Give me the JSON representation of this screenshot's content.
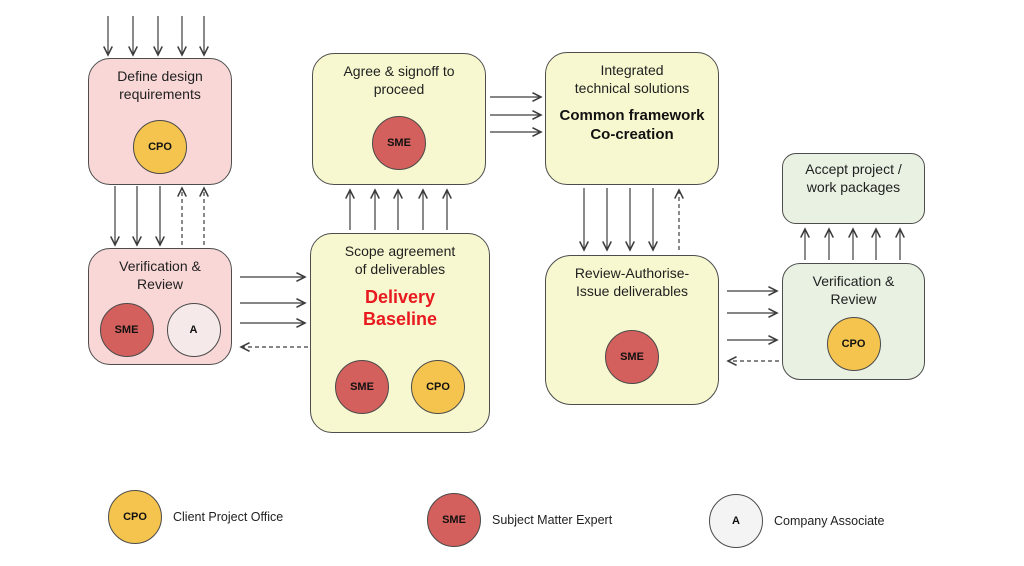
{
  "diagram": {
    "boxes": [
      {
        "id": "define-design-requirements",
        "title": "Define  design\nrequirements",
        "roles": [
          "CPO"
        ]
      },
      {
        "id": "verification-review-left",
        "title": "Verification &\nReview",
        "roles": [
          "SME",
          "A"
        ]
      },
      {
        "id": "agree-signoff-proceed",
        "title": "Agree & signoff to\nproceed",
        "roles": [
          "SME"
        ]
      },
      {
        "id": "scope-agreement-deliverables",
        "title": "Scope agreement\nof deliverables",
        "subtitle": "Delivery\nBaseline",
        "roles": [
          "SME",
          "CPO"
        ]
      },
      {
        "id": "integrated-technical-solutions",
        "title": "Integrated\ntechnical solutions",
        "subtitle": "Common framework\nCo-creation",
        "roles": []
      },
      {
        "id": "review-authorise-issue",
        "title": "Review-Authorise-\nIssue  deliverables",
        "roles": [
          "SME"
        ]
      },
      {
        "id": "accept-project-work-packages",
        "title": "Accept project /\nwork packages",
        "roles": []
      },
      {
        "id": "verification-review-right",
        "title": "Verification &\nReview",
        "roles": [
          "CPO"
        ]
      }
    ],
    "legend": [
      {
        "abbr": "CPO",
        "label": "Client Project Office"
      },
      {
        "abbr": "SME",
        "label": "Subject Matter Expert"
      },
      {
        "abbr": "A",
        "label": "Company Associate"
      }
    ],
    "colors": {
      "pink_box": "#f9d7d7",
      "yellow_box": "#f8f8d0",
      "green_box": "#e8f1e2",
      "cpo_circle": "#f5c44e",
      "sme_circle": "#d3605c",
      "associate_circle": "#f4f4f4",
      "highlight_red": "#e8191f",
      "arrow": "#3d3d3d"
    }
  }
}
